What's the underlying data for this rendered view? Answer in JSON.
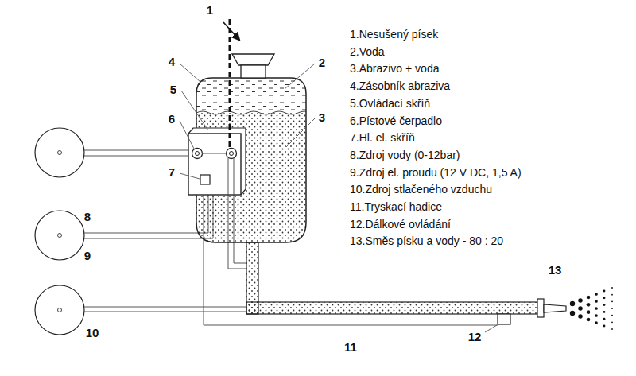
{
  "diagram": {
    "labels": [
      "1",
      "2",
      "3",
      "4",
      "5",
      "6",
      "7",
      "8",
      "9",
      "10",
      "11",
      "12",
      "13",
      "1.Nesušený písek",
      "2.Voda",
      "3.Abrazivo + voda",
      "4.Zásobník abraziva",
      "5.Ovládací skříň",
      "6.Pístové čerpadlo",
      "7.Hl. el. skříň",
      "8.Zdroj vody (0-12bar)",
      "9.Zdroj el. proudu (12 V DC, 1,5 A)",
      "10.Zdroj stlačeného vzduchu",
      "11.Tryskací hadice",
      "12.Dálkové ovládání",
      "13.Směs písku a vody - 80 : 20"
    ]
  }
}
